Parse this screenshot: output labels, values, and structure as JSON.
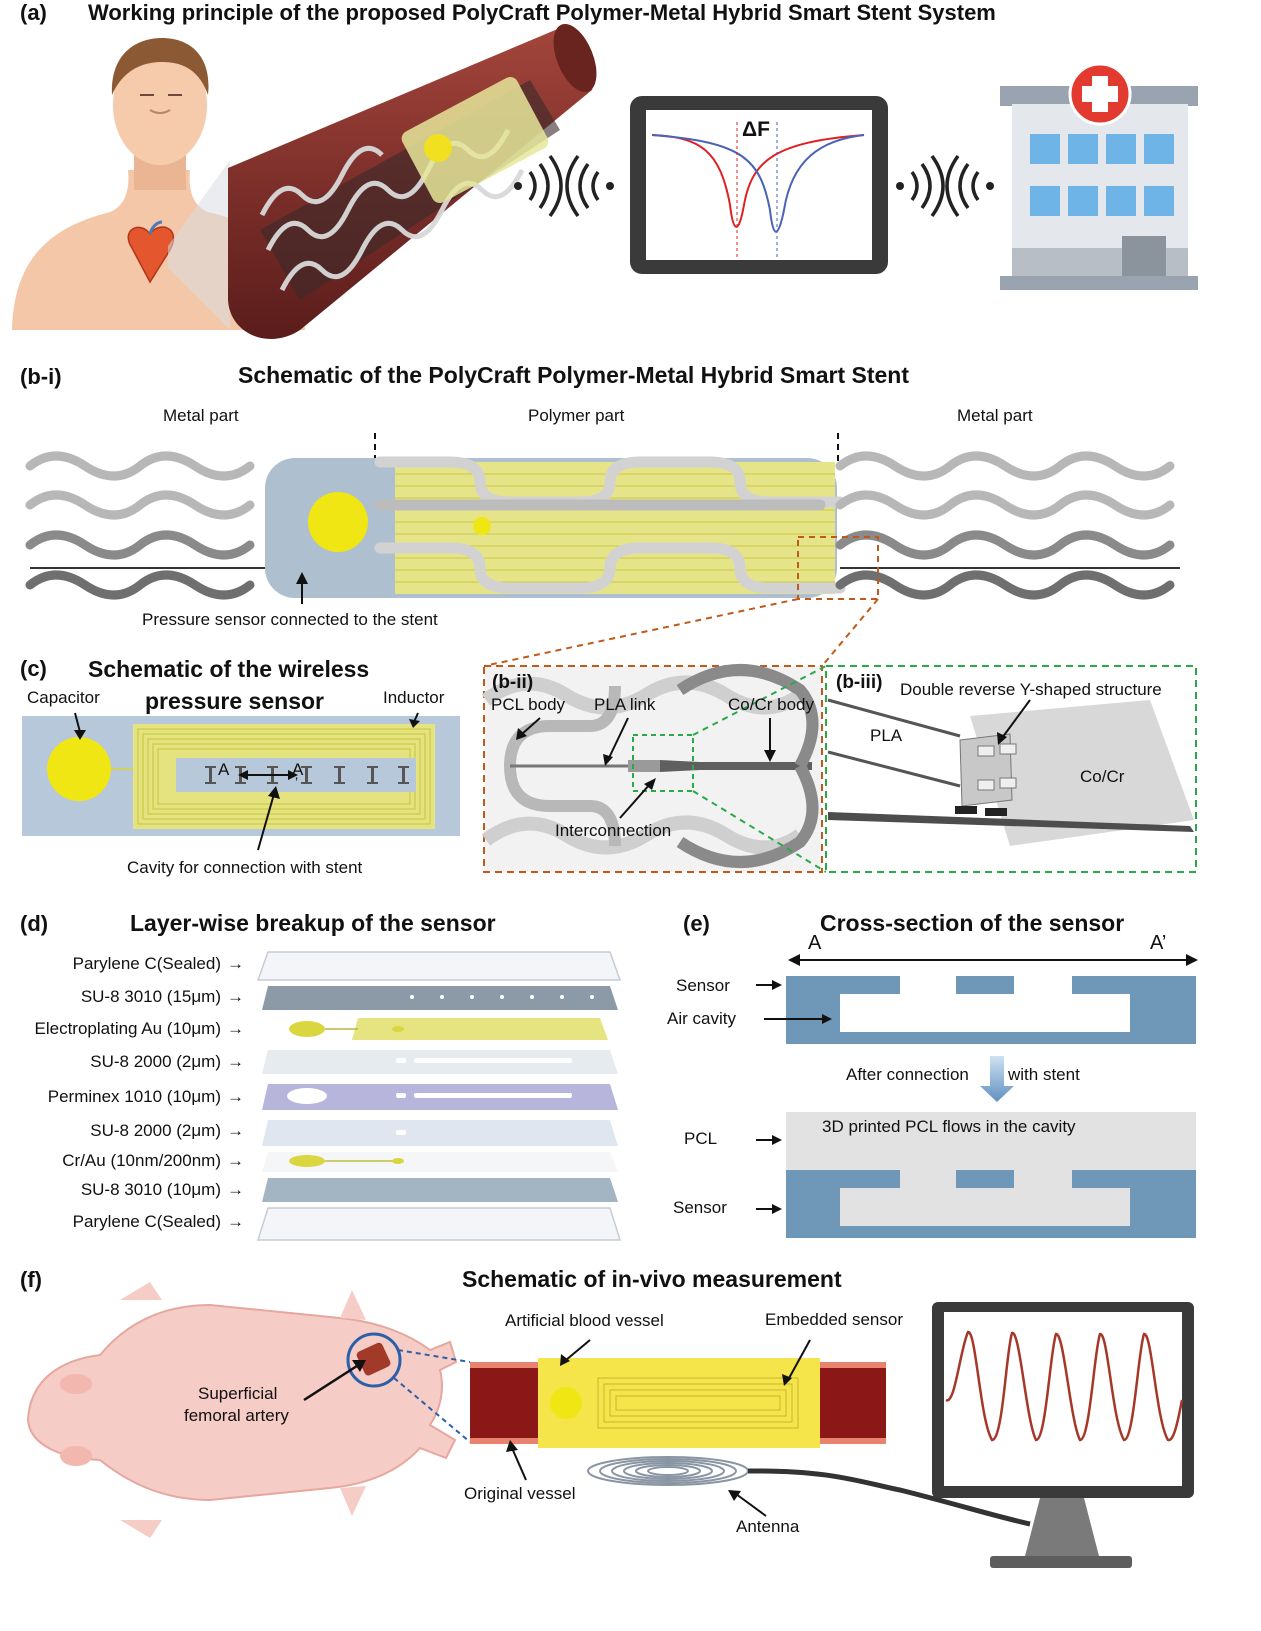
{
  "panel_a": {
    "tag": "(a)",
    "title": "Working principle of the proposed PolyCraft Polymer-Metal Hybrid Smart Stent System",
    "delta_label": "ΔF",
    "colors": {
      "vessel": "#8a3a33",
      "red_curve": "#e02020",
      "blue_curve": "#4a62b8",
      "hospital_cross": "#e23a2e"
    }
  },
  "panel_bi": {
    "tag": "(b-i)",
    "title": "Schematic of the PolyCraft Polymer-Metal Hybrid Smart Stent",
    "metal_left": "Metal part",
    "polymer": "Polymer part",
    "metal_right": "Metal part",
    "pressure_sensor": "Pressure sensor connected to the stent"
  },
  "panel_c": {
    "tag": "(c)",
    "title_line1": "Schematic of the wireless",
    "title_line2": "pressure sensor",
    "capacitor": "Capacitor",
    "inductor": "Inductor",
    "a_label": "A",
    "a_prime_label": "A",
    "a_prime_mark": "’",
    "cavity": "Cavity for connection with stent"
  },
  "panel_bii": {
    "tag": "(b-ii)",
    "pcl_body": "PCL body",
    "pla_link": "PLA link",
    "cocr_body": "Co/Cr body",
    "interconnection": "Interconnection"
  },
  "panel_biii": {
    "tag": "(b-iii)",
    "structure": "Double reverse Y-shaped structure",
    "pla": "PLA",
    "cocr": "Co/Cr"
  },
  "panel_d": {
    "tag": "(d)",
    "title": "Layer-wise breakup of the sensor",
    "layers": [
      "Parylene C(Sealed)",
      "SU-8 3010 (15μm)",
      "Electroplating Au (10μm)",
      "SU-8 2000 (2μm)",
      "Perminex 1010 (10μm)",
      "SU-8 2000 (2μm)",
      "Cr/Au (10nm/200nm)",
      "SU-8 3010 (10μm)",
      "Parylene C(Sealed)"
    ],
    "arrow": "→"
  },
  "panel_e": {
    "tag": "(e)",
    "title": "Cross-section of the sensor",
    "a_left": "A",
    "a_right": "A’",
    "sensor_top": "Sensor",
    "air_cavity": "Air cavity",
    "after_connection": "After connection",
    "with_stent": "with stent",
    "pcl": "PCL",
    "pcl_flow": "3D printed PCL flows in the cavity",
    "sensor_bottom": "Sensor"
  },
  "panel_f": {
    "tag": "(f)",
    "title": "Schematic of in-vivo measurement",
    "artery_line1": "Superficial",
    "artery_line2": "femoral artery",
    "artificial_vessel": "Artificial blood vessel",
    "embedded_sensor": "Embedded sensor",
    "original_vessel": "Original vessel",
    "antenna": "Antenna"
  }
}
